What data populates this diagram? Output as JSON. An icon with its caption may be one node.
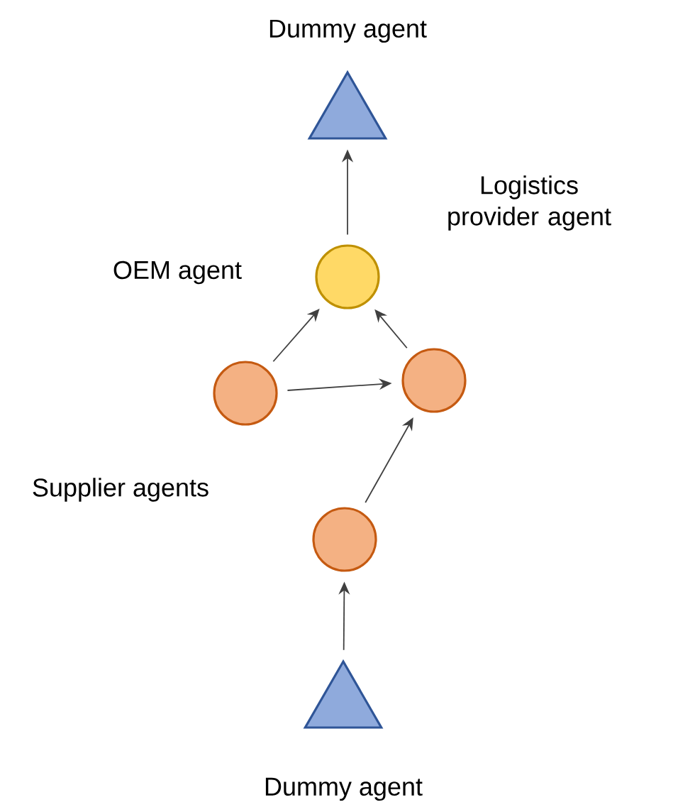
{
  "diagram": {
    "nodes": [
      {
        "text": [
          "Dummy agent"
        ]
      },
      {
        "text": [
          "OEM agent"
        ]
      },
      {
        "text": [],
        "shape": "circle"
      },
      {
        "text": [],
        "shape": "circle"
      },
      {
        "text": [],
        "shape": "circle"
      },
      {
        "text": [
          "Dummy agent"
        ]
      }
    ],
    "edges": [
      {
        "from": 5,
        "to": 4,
        "arrow": "to"
      },
      {
        "from": 4,
        "to": 3,
        "arrow": "to"
      },
      {
        "from": 2,
        "to": 3,
        "arrow": "to"
      },
      {
        "from": 2,
        "to": 1,
        "arrow": "to"
      },
      {
        "from": 3,
        "to": 1,
        "arrow": "to"
      },
      {
        "from": 1,
        "to": 0,
        "arrow": "to",
        "label": "Logistics provider agent"
      }
    ],
    "labels": [
      "Supplier agents"
    ]
  }
}
